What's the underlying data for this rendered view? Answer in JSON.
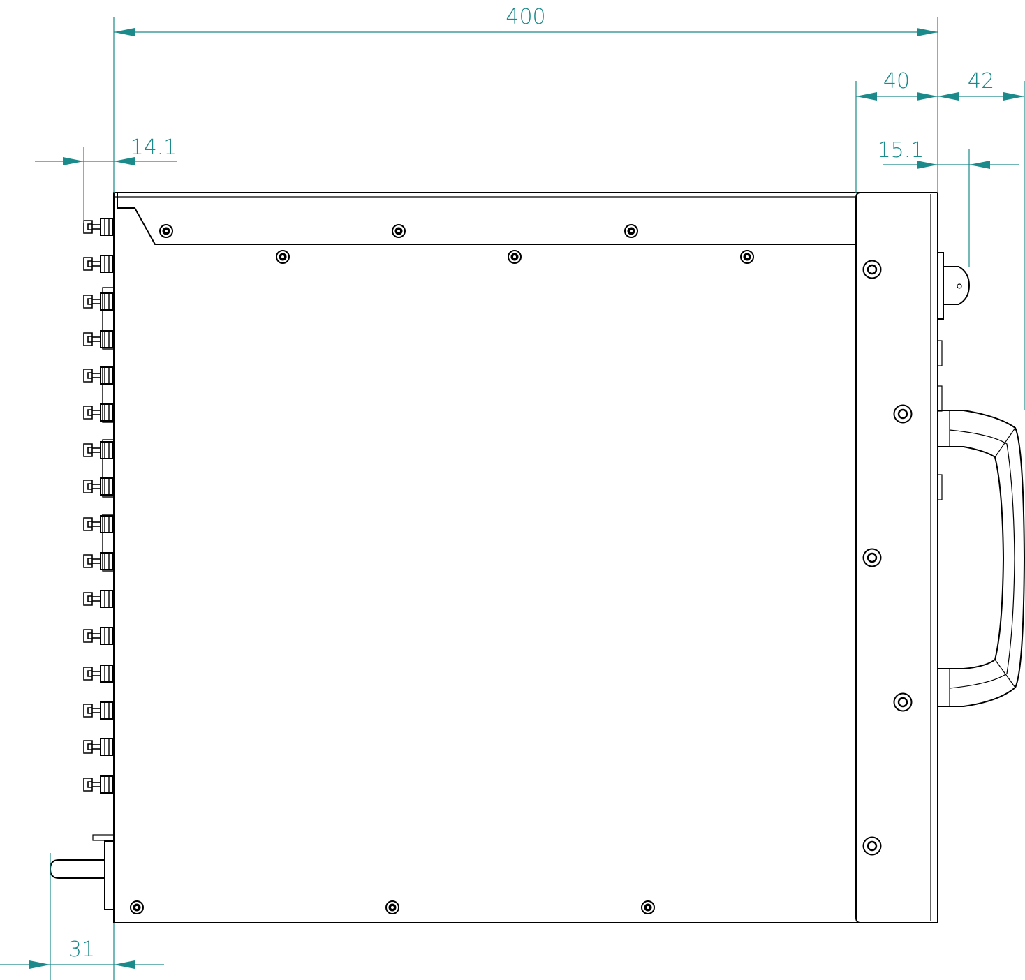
{
  "colors": {
    "dimension": "#1a8a8a",
    "outline": "#000000",
    "background": "#ffffff"
  },
  "dimensions": {
    "overall_depth": "400",
    "front_bracket_depth": "40",
    "handle_projection": "42",
    "connector_projection": "14.1",
    "knob_offset": "15.1",
    "rear_knob_projection": "31"
  }
}
